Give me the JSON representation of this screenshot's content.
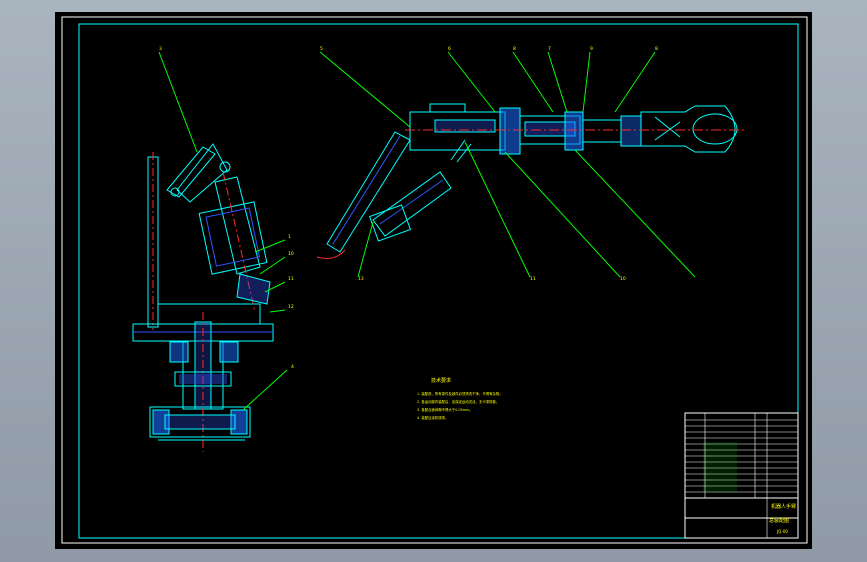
{
  "viewport": {
    "background": "#000000",
    "app_background": "#9aa5b0"
  },
  "colors": {
    "frame": "#ffffff",
    "outline": "#00ffff",
    "hatch": "#3355ff",
    "centerline": "#ff2a2a",
    "leader": "#00ff00",
    "label": "#ffff00",
    "part": "#1c6bff",
    "section": "#6fa0ff"
  },
  "balloons": {
    "left_view": [
      "3",
      "1",
      "10",
      "11",
      "12",
      "4"
    ],
    "right_view_top": [
      "5",
      "6",
      "8",
      "7",
      "9",
      "8"
    ],
    "right_view_bottom": [
      "13",
      "11",
      "10"
    ]
  },
  "notes": {
    "title": "技术要求",
    "lines": [
      "1. 装配前，所有零件及部件必须清洗干净，不得有杂物。",
      "2. 各运动部件装配后，应保证运动灵活，无卡滞现象。",
      "3. 各配合面间隙不得大于0.05mm。",
      "4. 装配后涂防锈漆。"
    ]
  },
  "title_block": {
    "school": "机器人手臂",
    "title": "总装配图",
    "drawing_no": "JQ-00"
  }
}
